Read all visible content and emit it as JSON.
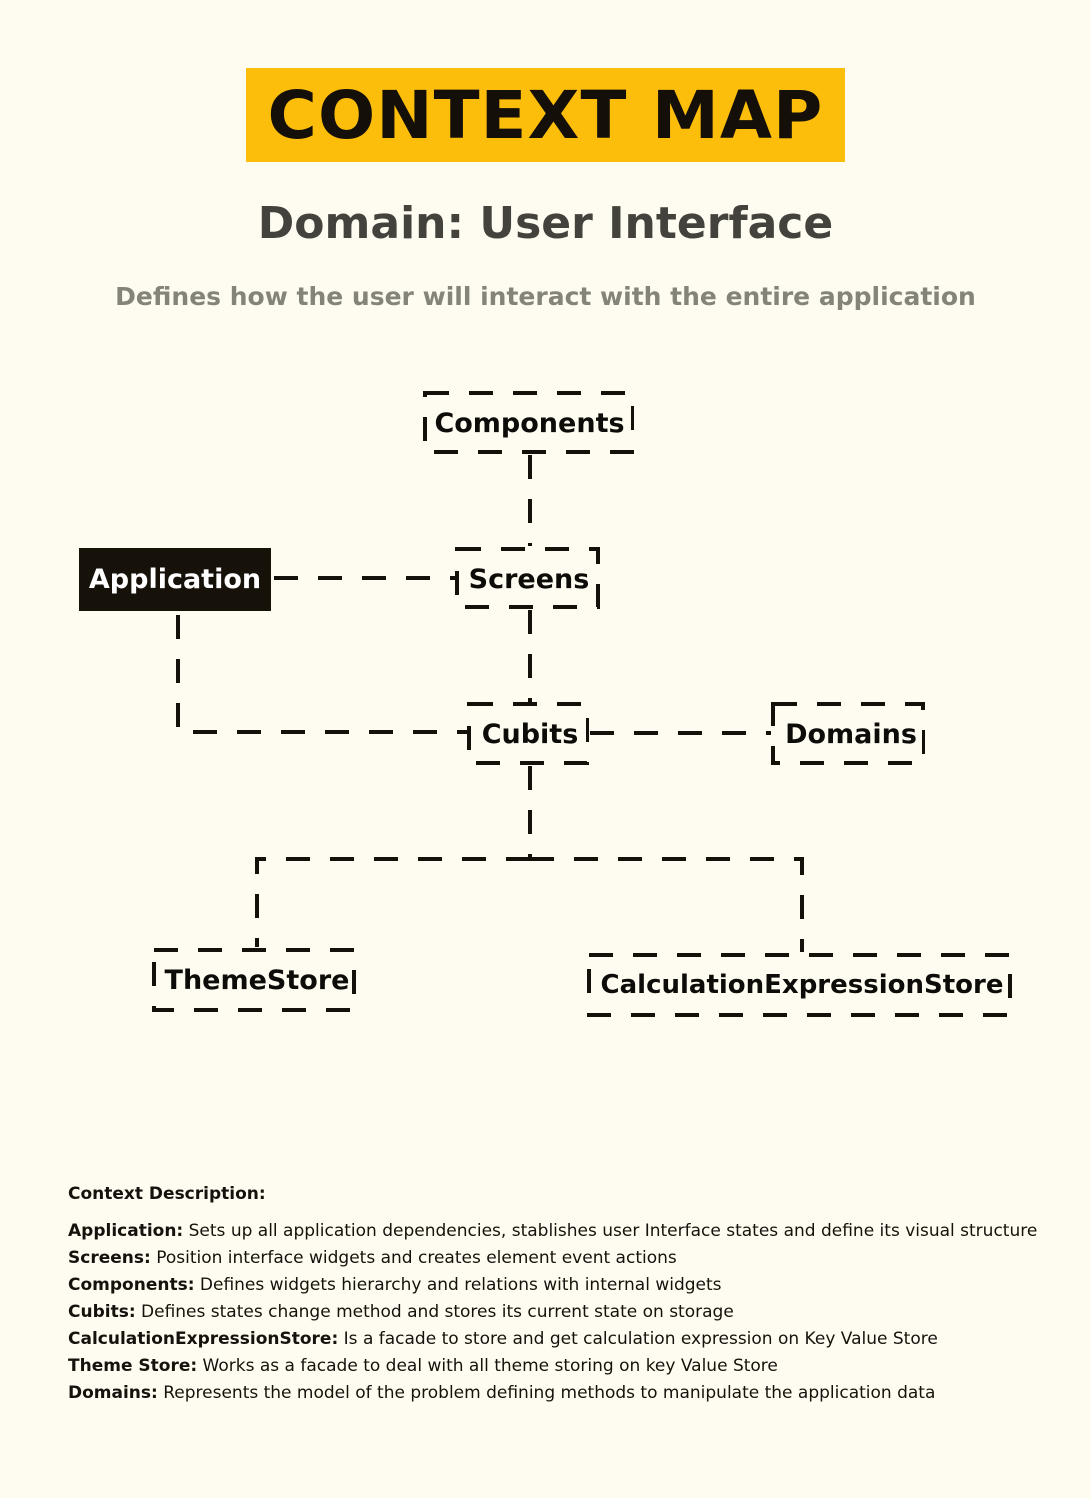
{
  "header": {
    "title": "CONTEXT MAP",
    "subtitle": "Domain: User Interface",
    "description": "Defines how the user will interact with the entire application"
  },
  "diagram": {
    "nodes": {
      "components": "Components",
      "screens": "Screens",
      "application": "Application",
      "cubits": "Cubits",
      "domains": "Domains",
      "themestore": "ThemeStore",
      "calcstore": "CalculationExpressionStore"
    }
  },
  "context": {
    "heading": "Context Description:",
    "items": [
      {
        "term": "Application:",
        "text": " Sets up all application dependencies, stablishes user Interface states and define its visual structure"
      },
      {
        "term": "Screens:",
        "text": " Position interface widgets and creates element event actions"
      },
      {
        "term": "Components:",
        "text": " Defines widgets hierarchy and relations with internal widgets"
      },
      {
        "term": "Cubits:",
        "text": " Defines states change method and stores its current state on storage"
      },
      {
        "term": "CalculationExpressionStore:",
        "text": " Is a facade to store and get calculation expression on Key Value Store"
      },
      {
        "term": "Theme Store:",
        "text": " Works as a facade to deal with all theme storing on key Value Store"
      },
      {
        "term": "Domains:",
        "text": " Represents the model of the problem defining methods to manipulate the application data"
      }
    ]
  },
  "colors": {
    "background": "#fefcf0",
    "accent": "#fcbe0b",
    "ink": "#140f08"
  }
}
